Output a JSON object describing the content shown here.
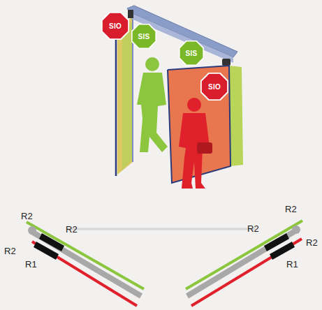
{
  "diagram": {
    "nodes": [
      {
        "text": [
          "SIO"
        ]
      },
      {
        "text": [
          "SIS"
        ]
      },
      {
        "text": [
          "SIS"
        ]
      },
      {
        "text": [
          "SIO"
        ]
      }
    ],
    "labels": [
      "R2",
      "R2",
      "R2",
      "R1",
      "R2",
      "R2",
      "R2",
      "R1"
    ]
  }
}
